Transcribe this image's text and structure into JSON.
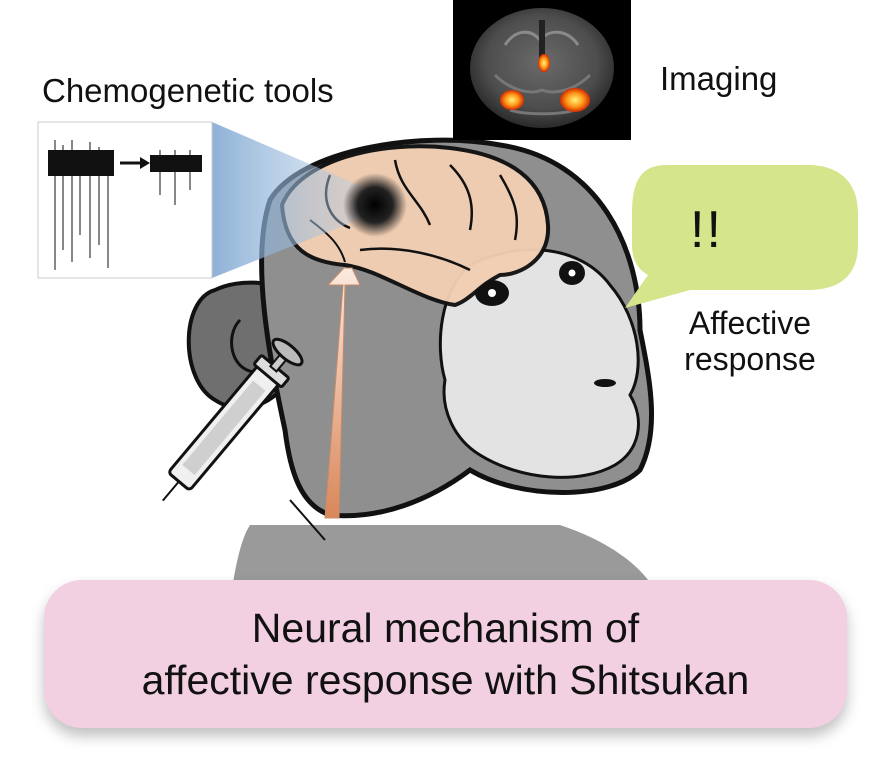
{
  "labels": {
    "chemogenetic": "Chemogenetic tools",
    "imaging": "Imaging",
    "exclaim": "!!",
    "affective_line1": "Affective",
    "affective_line2": "response"
  },
  "banner": {
    "line1": "Neural mechanism of",
    "line2": "affective response with Shitsukan"
  },
  "colors": {
    "monkey_fur": "#8c8c8c",
    "monkey_face": "#e3e3e3",
    "brain": "#f2cfb3",
    "arrow": "#d9875a",
    "speech_bubble": "#d5e58c",
    "banner": "#f3cfe2",
    "projection": "#9fbfe0"
  },
  "icons": [
    "syringe-icon",
    "neural-spike-trace-icon",
    "brain-scan-icon",
    "speech-bubble-icon"
  ]
}
